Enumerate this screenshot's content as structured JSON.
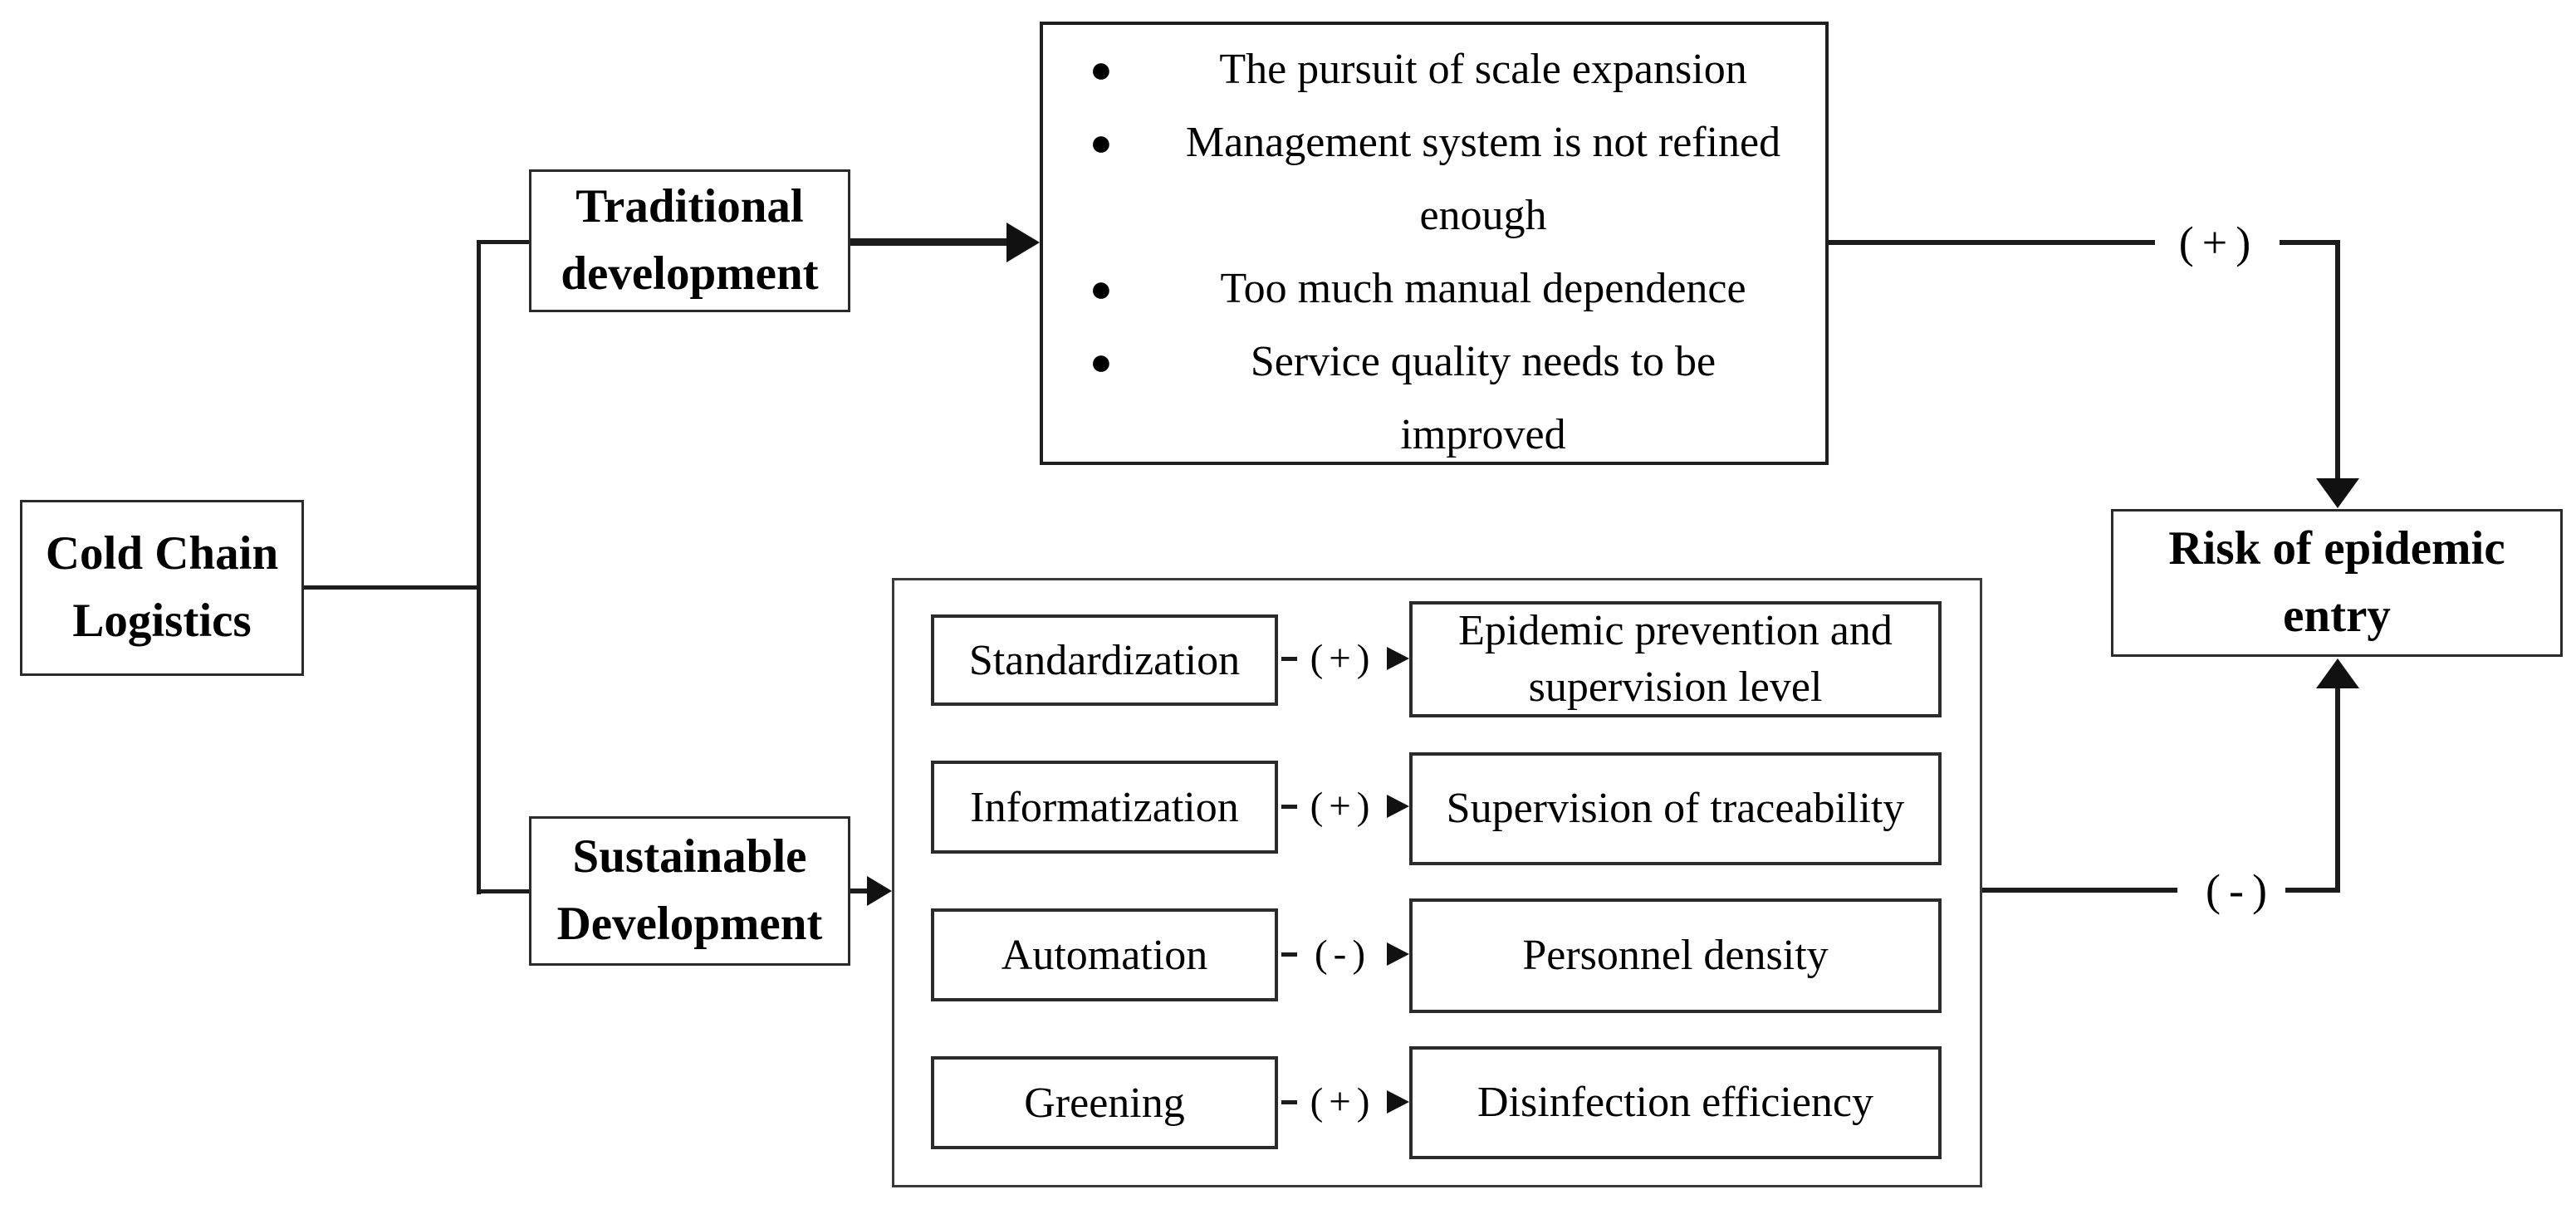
{
  "colors": {
    "ink": "#111111",
    "box_border": "#2b2b2b",
    "background": "#ffffff"
  },
  "root_box": {
    "label": "Cold Chain Logistics"
  },
  "traditional": {
    "label": "Traditional development",
    "sign": "(+)",
    "factors": [
      "The pursuit of scale expansion",
      "Management system is not refined enough",
      "Too much manual dependence",
      "Service quality needs to be improved"
    ]
  },
  "sustainable": {
    "label": "Sustainable Development",
    "sign": "(-)",
    "rows": [
      {
        "driver": "Standardization",
        "sign": "(+)",
        "effect": "Epidemic prevention and supervision level"
      },
      {
        "driver": "Informatization",
        "sign": "(+)",
        "effect": "Supervision of traceability"
      },
      {
        "driver": "Automation",
        "sign": "(-)",
        "effect": "Personnel density"
      },
      {
        "driver": "Greening",
        "sign": "(+)",
        "effect": "Disinfection efficiency"
      }
    ]
  },
  "outcome_box": {
    "label": "Risk of epidemic entry"
  }
}
